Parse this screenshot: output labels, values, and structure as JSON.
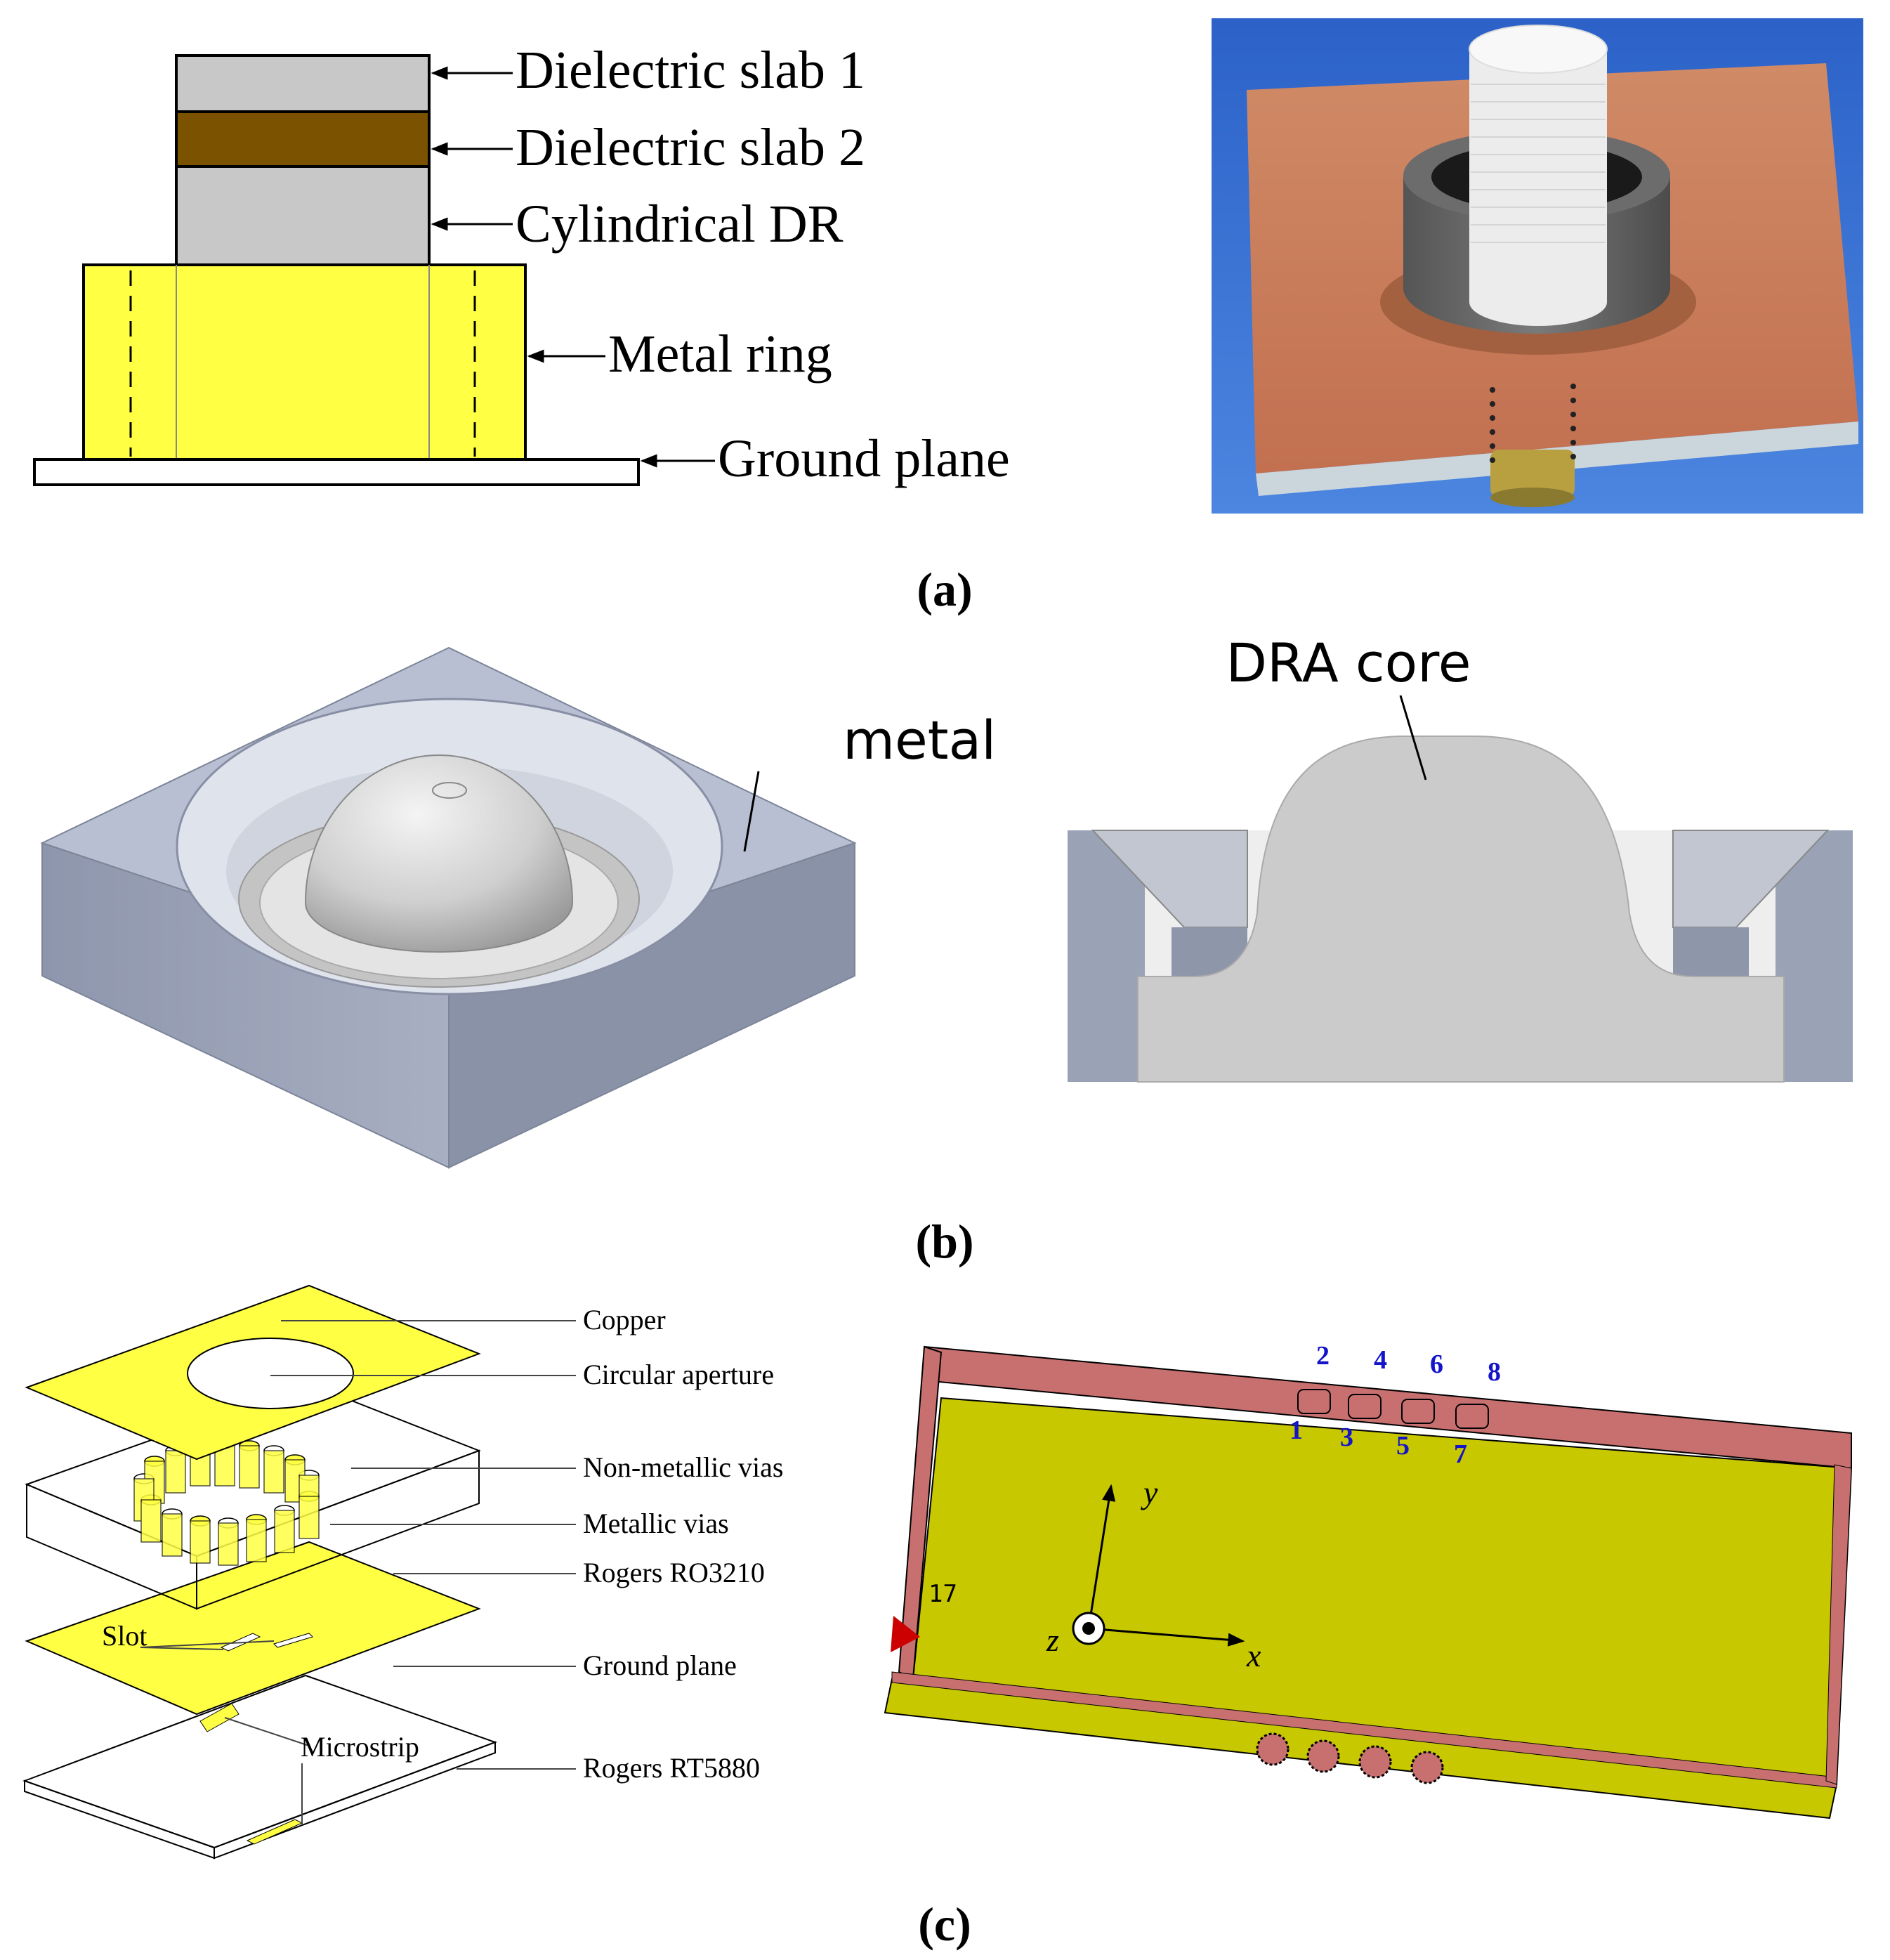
{
  "panel_a": {
    "labels": {
      "slab1": "Dielectric slab 1",
      "slab2": "Dielectric slab 2",
      "dr": "Cylindrical DR",
      "ring": "Metal ring",
      "ground": "Ground plane"
    },
    "caption": "(a)"
  },
  "panel_b": {
    "labels": {
      "metal": "metal",
      "core": "DRA core"
    },
    "caption": "(b)"
  },
  "panel_c": {
    "labels": {
      "copper": "Copper",
      "aperture": "Circular aperture",
      "nonmetal_vias": "Non-metallic vias",
      "metal_vias": "Metallic vias",
      "ro3210": "Rogers RO3210",
      "ground": "Ground plane",
      "rt5880": "Rogers RT5880",
      "slot": "Slot",
      "microstrip": "Microstrip"
    },
    "ports": [
      "1",
      "2",
      "3",
      "4",
      "5",
      "6",
      "7",
      "8"
    ],
    "port17": "17",
    "axes": {
      "x": "x",
      "y": "y",
      "z": "z"
    },
    "caption": "(c)"
  },
  "colors": {
    "yellow": "#ffff44",
    "brown": "#7a5200",
    "gray": "#c8c8c8",
    "olive": "#c8c800",
    "rose": "#c87070",
    "port_blue": "#1414c8"
  }
}
